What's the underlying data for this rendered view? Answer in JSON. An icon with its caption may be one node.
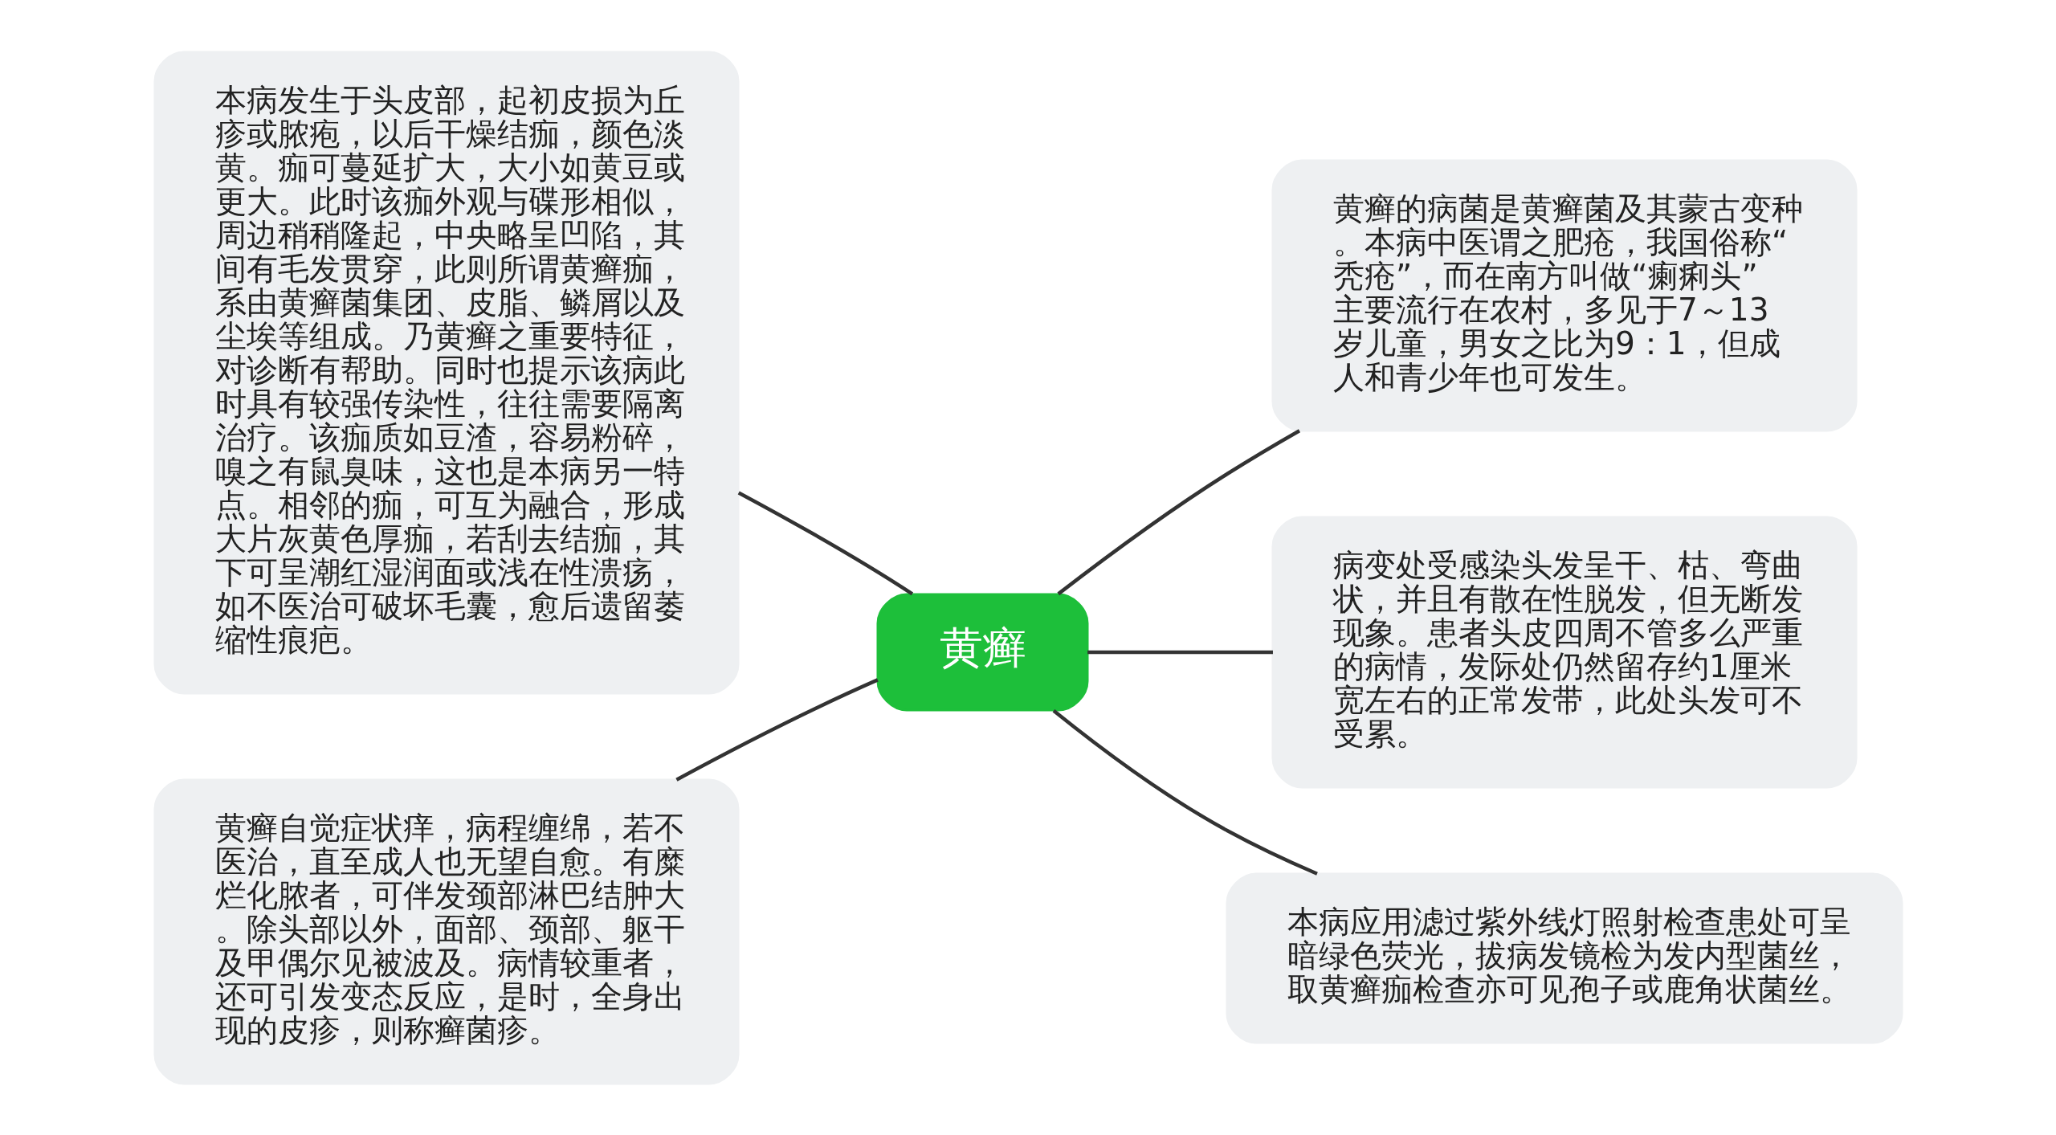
{
  "diagram": {
    "nodes": [
      {
        "text": [
          "黄癣"
        ]
      },
      {
        "text": [
          "本病发生于头皮部，起初皮损为丘疹或脓疱，以后干燥结痂，颜色淡黄。痂可蔓延扩大，大小如黄豆或更大。此时该痂外观与碟形相似，周边稍稍隆起，中央略呈凹陷，其间有毛发贯穿，此则所谓黄癣痂，系由黄癣菌集团、皮脂、鳞屑以及尘埃等组成。乃黄癣之重要特征，对诊断有帮助。同时也提示该病此时具有较强传染性，往往需要隔离治疗。该痂质如豆渣，容易粉碎，嗅之有鼠臭味，这也是本病另一特点。相邻的痂，可互为融合，形成大片灰黄色厚痂，若刮去结痂，其下可呈潮红湿润面或浅在性溃疡，如不医治可破坏毛囊，愈后遗留萎缩性痕疤。"
        ]
      },
      {
        "text": [
          "黄癣自觉症状痒，病程缠绵，若不医治，直至成人也无望自愈。有糜烂化脓者，可伴发颈部淋巴结肿大。除头部以外，面部、颈部、躯干及甲偶尔见被波及。病情较重者，还可引发变态反应，是时，全身出现的皮疹，则称癣菌疹。"
        ]
      },
      {
        "text": [
          "黄癣的病菌是黄癣菌及其蒙古变种。本病中医谓之肥疮，我国俗称“秃疮”，而在南方叫做“瘌痢头”主要流行在农村，多见于7～13岁儿童，男女之比为9：1，但成人和青少年也可发生。"
        ]
      },
      {
        "text": [
          "病变处受感染头发呈干、枯、弯曲状，并且有散在性脱发，但无断发现象。患者头皮四周不管多么严重的病情，发际处仍然留存约1厘米宽左右的正常发带，此处头发可不受累。"
        ]
      },
      {
        "text": [
          "本病应用滤过紫外线灯照射检查患处可呈暗绿色荧光，拔病发镜检为发内型菌丝，取黄癣痂检查亦可见孢子或鹿角状菌丝。"
        ]
      }
    ],
    "edges": [
      {
        "from": 0,
        "to": 1,
        "arrow": "none"
      },
      {
        "from": 0,
        "to": 2,
        "arrow": "none"
      },
      {
        "from": 0,
        "to": 3,
        "arrow": "none"
      },
      {
        "from": 0,
        "to": 4,
        "arrow": "none"
      },
      {
        "from": 0,
        "to": 5,
        "arrow": "none"
      }
    ]
  }
}
